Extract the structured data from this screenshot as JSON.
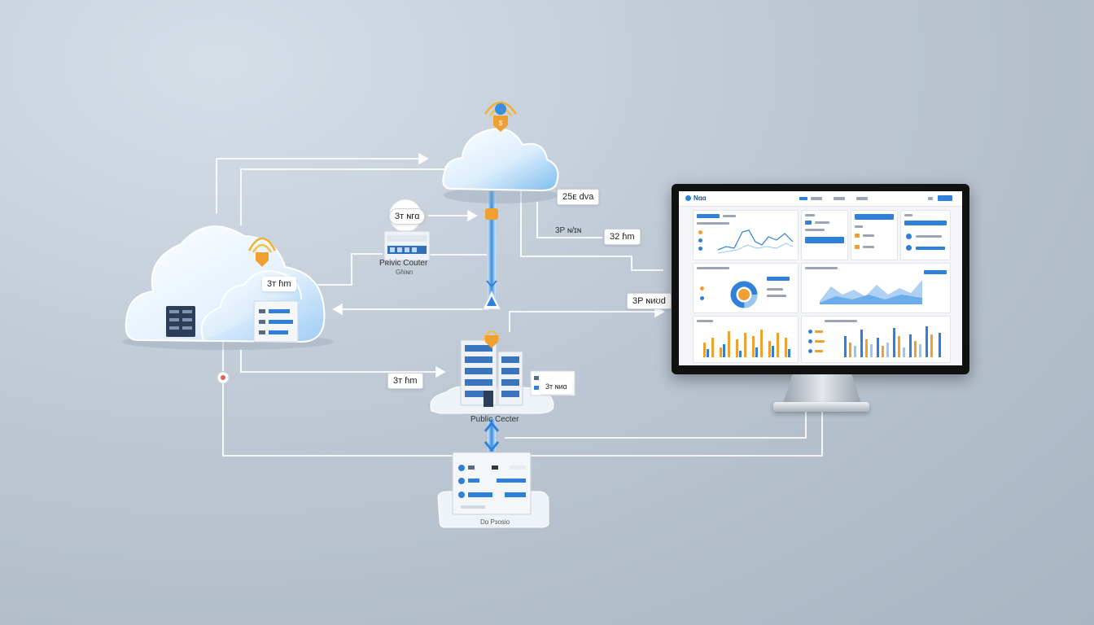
{
  "labels": {
    "cloud_top_tag": "25ᴇ dva",
    "link_tag_1": "3ᴛ ɴᴦɑ",
    "link_tag_2": "3P ɴ/ɪɴ",
    "link_tag_3": "32 ɦm",
    "left_cloud_tag": "3ᴛ ɦm",
    "monitor_link_tag": "3P ɴᴎʊd",
    "bottom_left_tag": "3ᴛ ɦm",
    "datacenter_tag": "3ᴛ ɴᴎɑ",
    "router_caption": "Pʀivic Couter",
    "router_subcaption": "Gɦiɴn",
    "datacenter_caption": "Public Cecter",
    "bottom_caption": "Dɑ Pɜosio",
    "dashboard_brand": "Nɑɑ"
  },
  "colors": {
    "accent_blue": "#2f80d8",
    "accent_orange": "#f0a030",
    "line": "#ffffff"
  }
}
